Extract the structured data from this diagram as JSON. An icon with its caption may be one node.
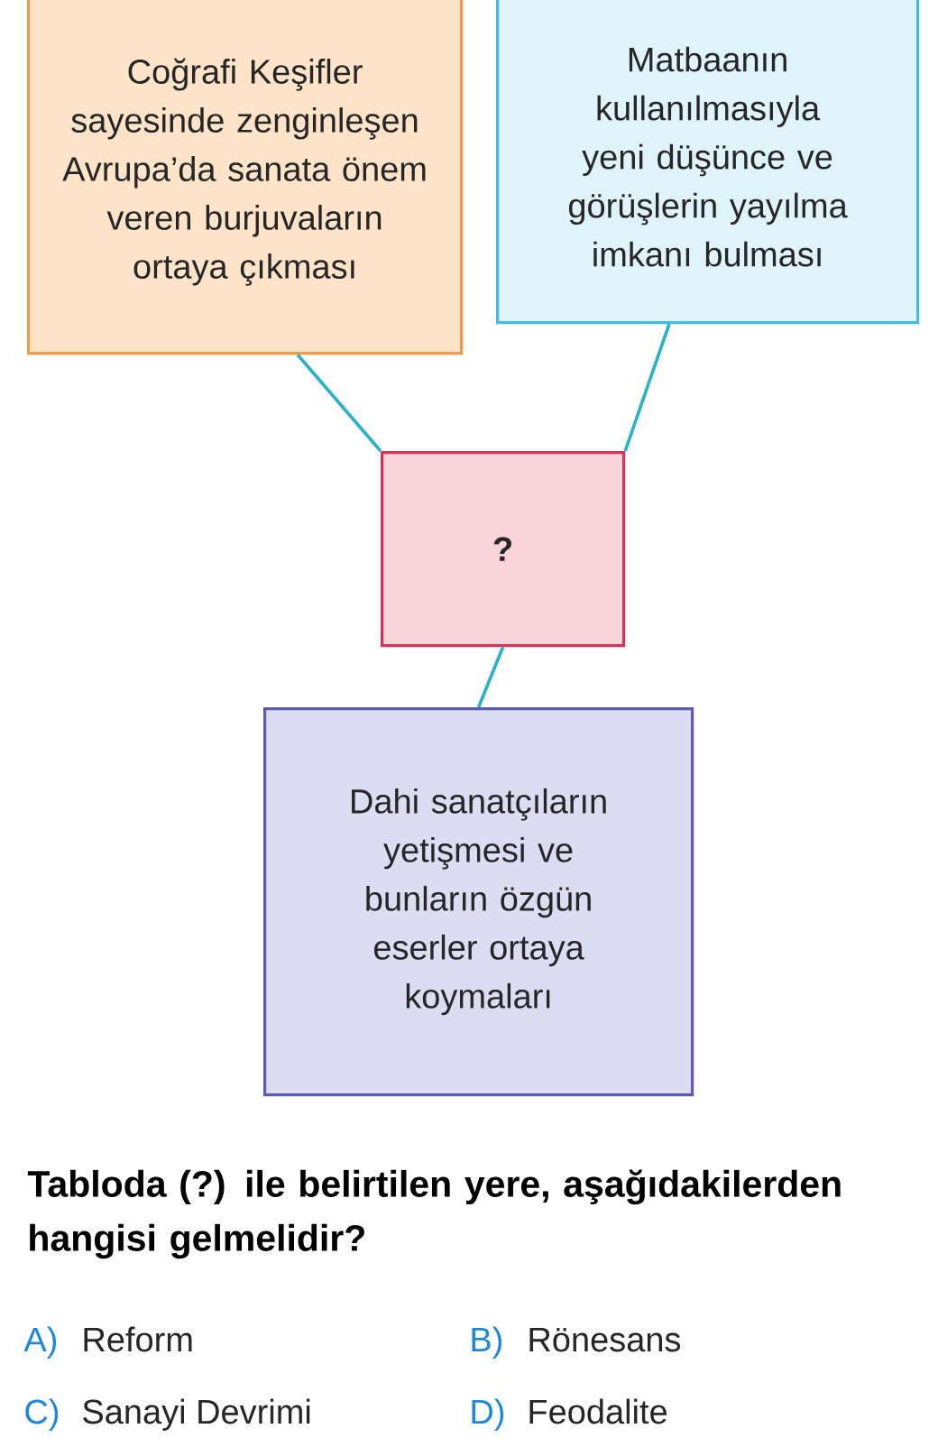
{
  "diagram": {
    "nodes": [
      {
        "text": [
          "Coğrafi Keşifler sayesinde zenginleşen Avrupa’da sanata önem veren burjuvaların ortaya çıkması"
        ]
      },
      {
        "text": [
          "Matbaanın kullanılmasıyla yeni düşünce ve görüşlerin yayılma imkanı bulması"
        ]
      },
      {
        "text": [
          "?"
        ]
      },
      {
        "text": [
          "Dahi sanatçıların yetişmesi ve bunların özgün eserler ortaya koymaları"
        ]
      }
    ],
    "edges": [
      {
        "from": 0,
        "to": 2,
        "arrow": "none"
      },
      {
        "from": 1,
        "to": 2,
        "arrow": "none"
      },
      {
        "from": 2,
        "to": 3,
        "arrow": "none"
      }
    ],
    "labels": [
      "Tabloda (?) ile belirtilen yere, aşağıdakilerden hangisi gelmelidir?",
      "A)",
      "Reform",
      "B)",
      "Rönesans",
      "C)",
      "Sanayi Devrimi",
      "D)",
      "Feodalite"
    ]
  }
}
